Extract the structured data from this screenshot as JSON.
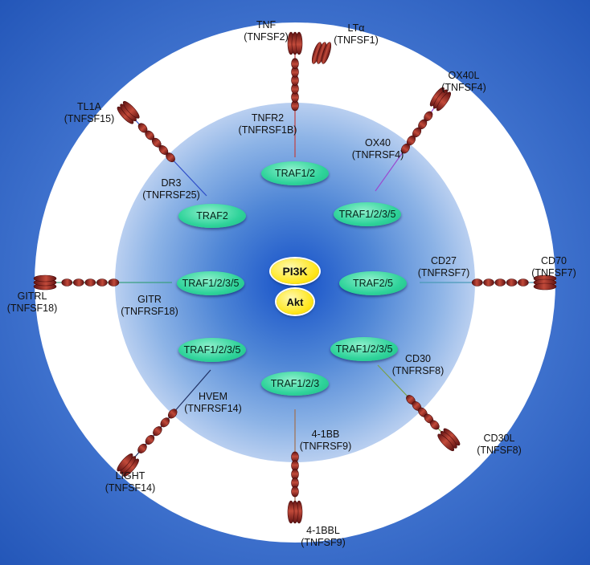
{
  "colors": {
    "outer_background": "#2a5fbf",
    "ring": "#ffffff",
    "inner_disc": "#4a7fcf",
    "traf_fill": "#2fd39a",
    "core_fill": "#ffe619",
    "bead": "#9b2a2a"
  },
  "center": {
    "pi3k": "PI3K",
    "akt": "Akt"
  },
  "traf_nodes": {
    "top": "TRAF1/2",
    "upper_left": "TRAF2",
    "upper_right": "TRAF1/2/3/5",
    "left": "TRAF1/2/3/5",
    "right": "TRAF2/5",
    "lower_left": "TRAF1/2/3/5",
    "lower_right": "TRAF1/2/3/5",
    "bottom": "TRAF1/2/3"
  },
  "receptors": {
    "tnfr2": {
      "name": "TNFR2",
      "gene": "(TNFRSF1B)"
    },
    "ox40": {
      "name": "OX40",
      "gene": "(TNFRSF4)"
    },
    "dr3": {
      "name": "DR3",
      "gene": "(TNFRSF25)"
    },
    "cd27": {
      "name": "CD27",
      "gene": "(TNFRSF7)"
    },
    "gitr": {
      "name": "GITR",
      "gene": "(TNFRSF18)"
    },
    "cd30": {
      "name": "CD30",
      "gene": "(TNFRSF8)"
    },
    "hvem": {
      "name": "HVEM",
      "gene": "(TNFRSF14)"
    },
    "b41bb": {
      "name": "4-1BB",
      "gene": "(TNFRSF9)"
    }
  },
  "ligands": {
    "tnf": {
      "name": "TNF",
      "gene": "(TNFSF2)"
    },
    "lta": {
      "name": "LTα",
      "gene": "(TNFSF1)"
    },
    "ox40l": {
      "name": "OX40L",
      "gene": "(TNFSF4)"
    },
    "tl1a": {
      "name": "TL1A",
      "gene": "(TNFSF15)"
    },
    "cd70": {
      "name": "CD70",
      "gene": "(TNFSF7)"
    },
    "gitrl": {
      "name": "GITRL",
      "gene": "(TNFSF18)"
    },
    "cd30l": {
      "name": "CD30L",
      "gene": "(TNFSF8)"
    },
    "light": {
      "name": "LIGHT",
      "gene": "(TNFSF14)"
    },
    "b41bbl": {
      "name": "4-1BBL",
      "gene": "(TNFSF9)"
    }
  }
}
